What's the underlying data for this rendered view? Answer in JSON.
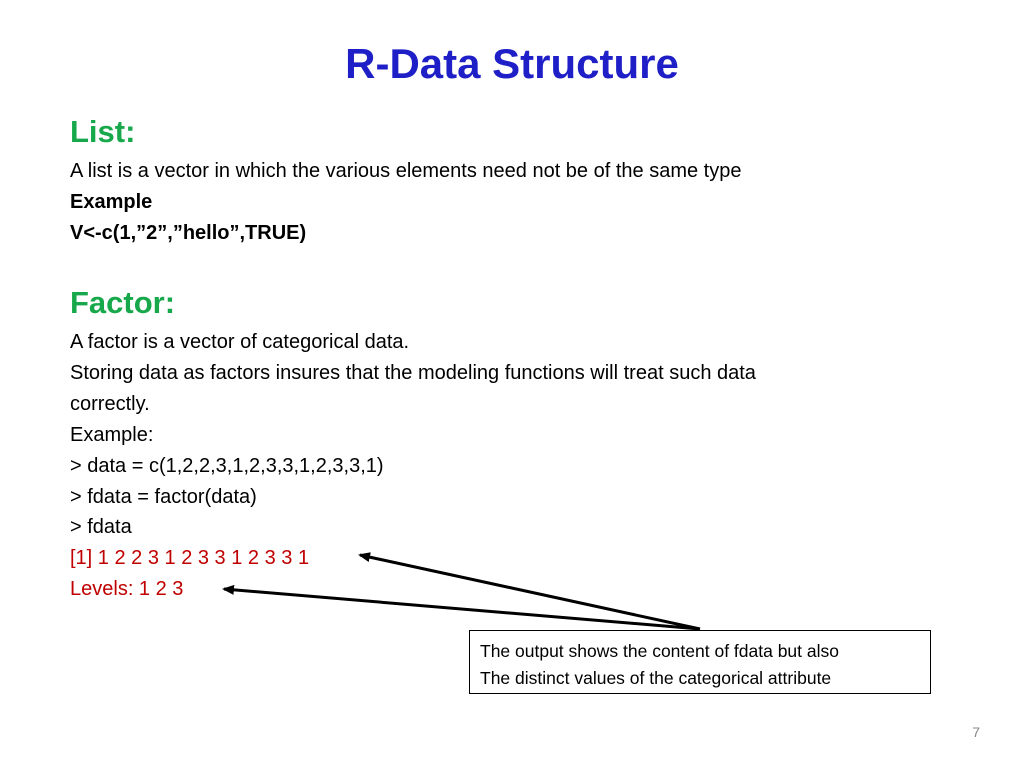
{
  "slide": {
    "title": "R-Data Structure",
    "list": {
      "heading": "List:",
      "description": "A list is a vector in which the various elements need not be of the same type",
      "example_label": "Example",
      "example_code": "V<-c(1,”2”,”hello”,TRUE)"
    },
    "factor": {
      "heading": "Factor:",
      "description_1": "A factor is a vector of categorical data.",
      "description_2": "Storing data as factors insures that the modeling functions will treat such data",
      "description_3": "correctly.",
      "example_label": "Example:",
      "code_1": "> data = c(1,2,2,3,1,2,3,3,1,2,3,3,1)",
      "code_2": "> fdata = factor(data)",
      "code_3": "> fdata",
      "output_1": "[1] 1 2 2 3 1 2 3 3 1 2 3 3 1",
      "output_2": "Levels: 1 2 3"
    },
    "callout": {
      "line_1": "The output shows the content of fdata but also",
      "line_2": "The distinct values of the categorical attribute"
    },
    "page_number": "7",
    "colors": {
      "title": "#1f1fc8",
      "heading": "#17a84b",
      "output": "#c00000"
    }
  }
}
